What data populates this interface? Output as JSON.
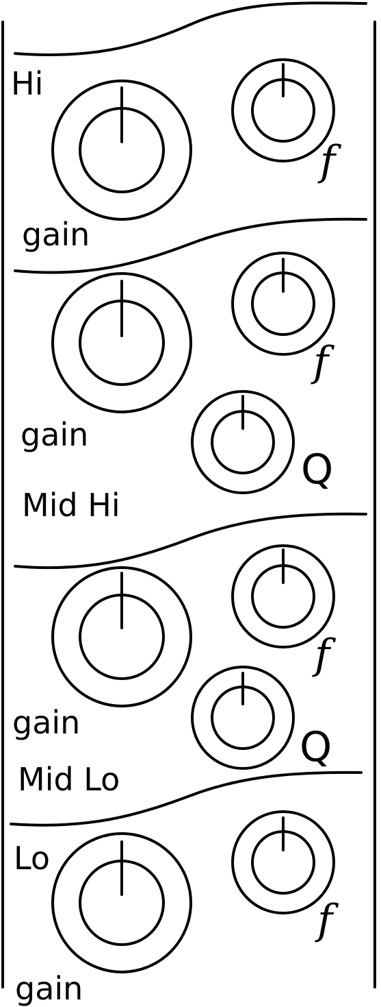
{
  "sections": [
    {
      "name": "Hi",
      "labels": {
        "band": "Hi",
        "gain": "gain",
        "freq": "f"
      }
    },
    {
      "name": "Mid Hi",
      "labels": {
        "band": "Mid Hi",
        "gain": "gain",
        "freq": "f",
        "q": "Q"
      }
    },
    {
      "name": "Mid Lo",
      "labels": {
        "band": "Mid Lo",
        "gain": "gain",
        "freq": "f",
        "q": "Q"
      }
    },
    {
      "name": "Lo",
      "labels": {
        "band": "Lo",
        "gain": "gain",
        "freq": "f"
      }
    }
  ],
  "knob_positions": {
    "hi_gain": "12 o'clock",
    "hi_freq": "12 o'clock",
    "midhi_gain": "12 o'clock",
    "midhi_freq": "12 o'clock",
    "midhi_q": "12 o'clock",
    "midlo_gain": "12 o'clock",
    "midlo_freq": "12 o'clock",
    "midlo_q": "12 o'clock",
    "lo_gain": "12 o'clock",
    "lo_freq": "12 o'clock"
  }
}
